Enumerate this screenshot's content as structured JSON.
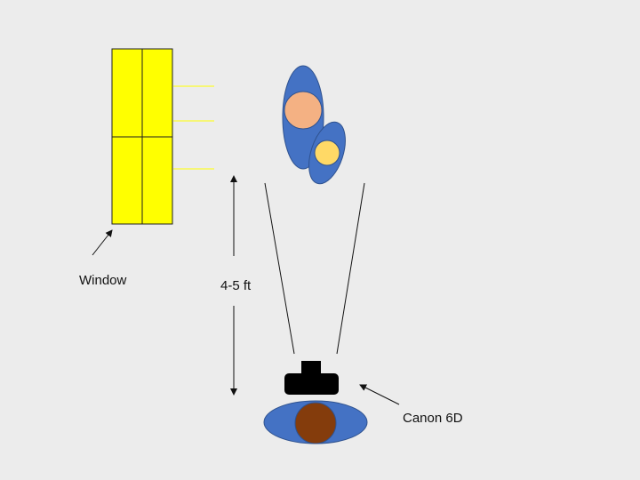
{
  "labels": {
    "window": "Window",
    "distance": "4-5 ft",
    "camera": "Canon 6D"
  },
  "colors": {
    "background": "#ececec",
    "window_fill": "#ffff00",
    "window_stroke": "#1f1f1f",
    "light_ray": "#ffff00",
    "body_blue": "#4472c4",
    "body_stroke": "#2f528f",
    "subject_head_adult": "#f4b183",
    "subject_head_child": "#ffd966",
    "photographer_head": "#843c0c",
    "camera": "#000000",
    "line": "#111111"
  },
  "icons": {
    "window": "window-icon",
    "camera": "camera-icon",
    "subject_adult": "person-icon",
    "subject_child": "person-icon",
    "photographer": "person-icon"
  }
}
